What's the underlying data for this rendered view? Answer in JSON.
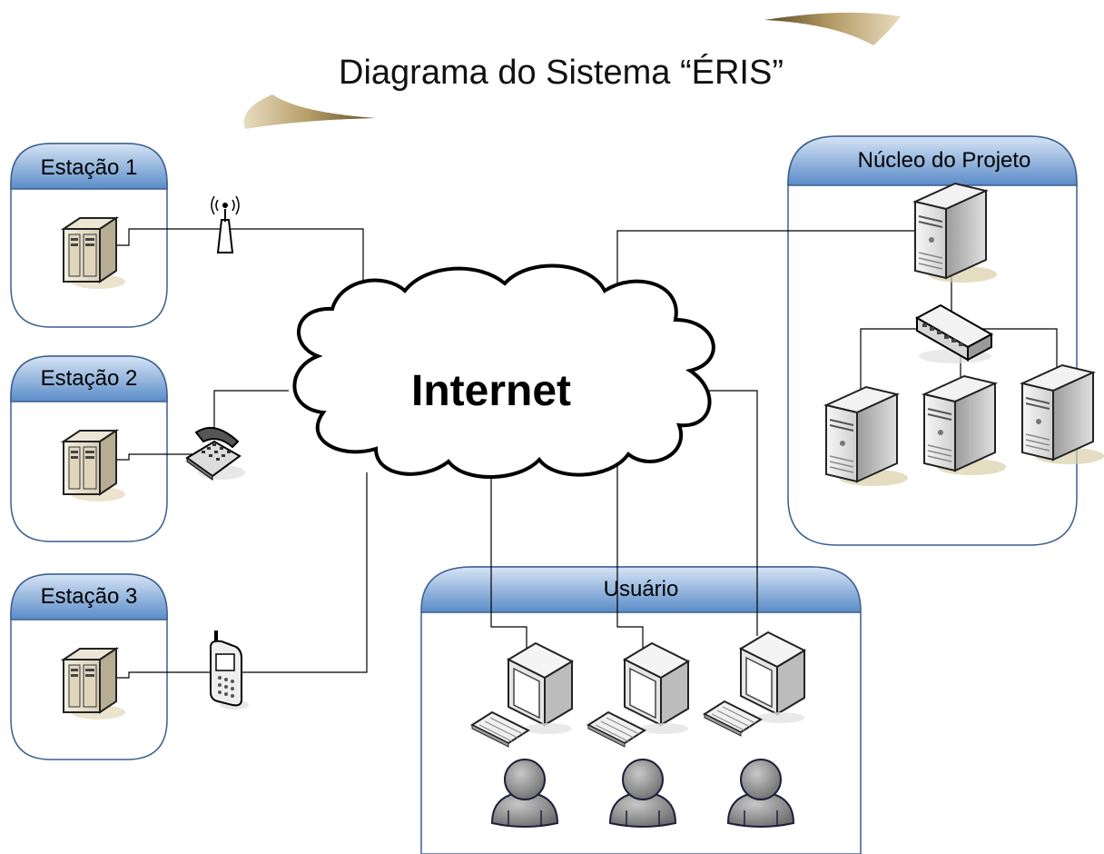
{
  "title": "Diagrama do Sistema “ÉRIS”",
  "cloud_label": "Internet",
  "groups": [
    {
      "id": "estacao1",
      "label": "Estação 1"
    },
    {
      "id": "estacao2",
      "label": "Estação 2"
    },
    {
      "id": "estacao3",
      "label": "Estação 3"
    },
    {
      "id": "nucleo",
      "label": "Núcleo do Projeto"
    },
    {
      "id": "usuario",
      "label": "Usuário"
    }
  ],
  "links": [
    "estacao1-server — antenna — Internet",
    "estacao2-server — telephone — Internet",
    "estacao3-server — mobile-phone — Internet",
    "Internet — nucleo main server",
    "Internet — usuario workstations"
  ],
  "colors": {
    "header_top": "#c9dcf2",
    "header_bottom": "#5b8fcb",
    "box_border": "#3c5f8f",
    "swoosh": "#a08a5a",
    "line": "#000000"
  }
}
